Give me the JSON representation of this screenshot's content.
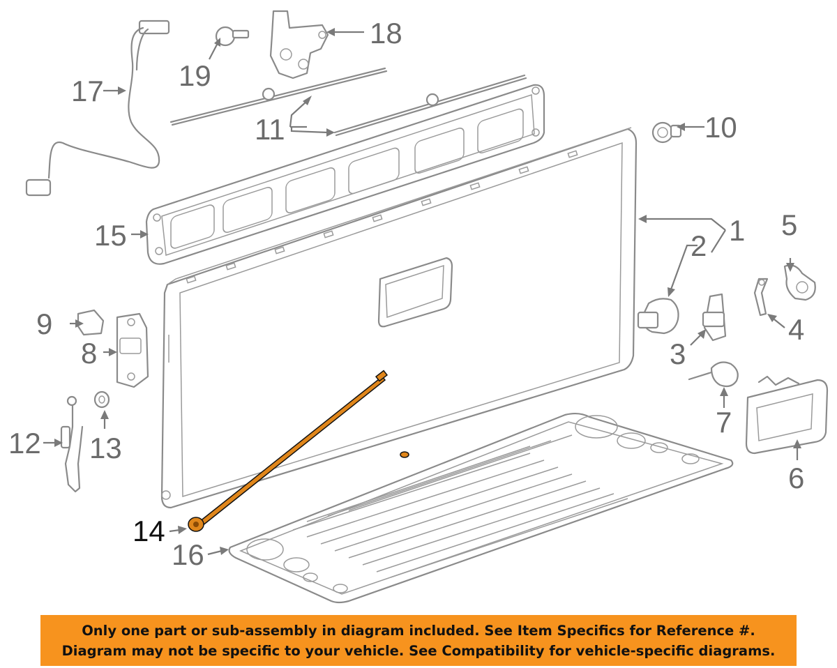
{
  "callouts": {
    "c1": "1",
    "c2": "2",
    "c3": "3",
    "c4": "4",
    "c5": "5",
    "c6": "6",
    "c7": "7",
    "c8": "8",
    "c9": "9",
    "c10": "10",
    "c11": "11",
    "c12": "12",
    "c13": "13",
    "c14": "14",
    "c15": "15",
    "c16": "16",
    "c17": "17",
    "c18": "18",
    "c19": "19"
  },
  "highlighted_part": "14",
  "colors": {
    "highlight": "#e0861b",
    "banner": "#f7931e",
    "line": "#8a8a8a",
    "label": "#6b6b6b"
  },
  "banner": {
    "line1": "Only one part or sub-assembly in diagram included. See Item Specifics for Reference #.",
    "line2": "Diagram may not be specific to your vehicle. See Compatibility for vehicle-specific diagrams."
  }
}
